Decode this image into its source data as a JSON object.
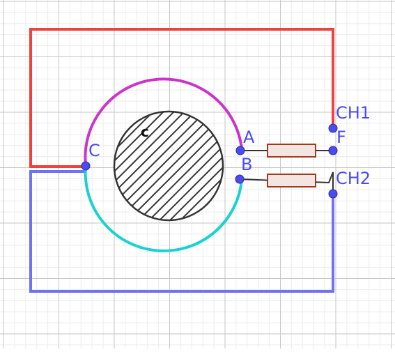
{
  "labels": {
    "rotor": "c",
    "contact_c": "C",
    "contact_a": "A",
    "contact_b": "B",
    "contact_f": "F",
    "ch1": "CH1",
    "ch2": "CH2"
  },
  "colors": {
    "background": "#ffffff",
    "grid_minor": "#ececec",
    "grid_major": "#c6c6c6",
    "wire_ch1": "#f0413f",
    "wire_ch2": "#6f72f2",
    "arc_upper": "#cc33cc",
    "arc_lower": "#1ad1d1",
    "rotor_fill": "#ffffff",
    "rotor_outline": "#333333",
    "resistor_fill": "#f3e6e2",
    "resistor_outline": "#a23a1a",
    "lead_wire": "#333333",
    "point": "#4a4cf0",
    "label_blue": "#4a4cf0",
    "label_dark": "#111111"
  },
  "icons": {
    "rotor": "hatched-circle",
    "resistor": "resistor-rectangle",
    "point": "filled-dot"
  }
}
